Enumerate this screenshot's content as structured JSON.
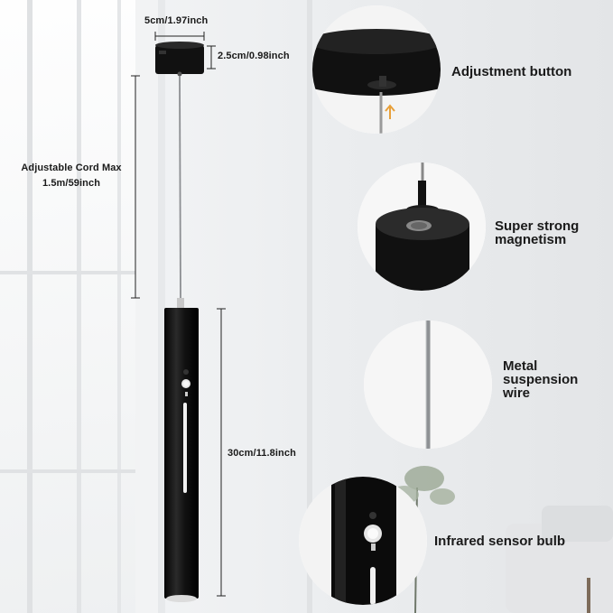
{
  "dimensions": {
    "canopy_width": "5cm/1.97inch",
    "canopy_height": "2.5cm/0.98inch",
    "cord_line1": "Adjustable Cord Max",
    "cord_line2": "1.5m/59inch",
    "tube_length": "30cm/11.8inch"
  },
  "features": [
    {
      "lines": [
        "Adjustment button"
      ]
    },
    {
      "lines": [
        "Super strong",
        "magnetism"
      ]
    },
    {
      "lines": [
        "Metal",
        "suspension",
        "wire"
      ]
    },
    {
      "lines": [
        "Infrared sensor bulb"
      ]
    }
  ],
  "colors": {
    "fixture": "#111111",
    "arrow_accent": "#e8a03a",
    "background": "#ecedef"
  }
}
